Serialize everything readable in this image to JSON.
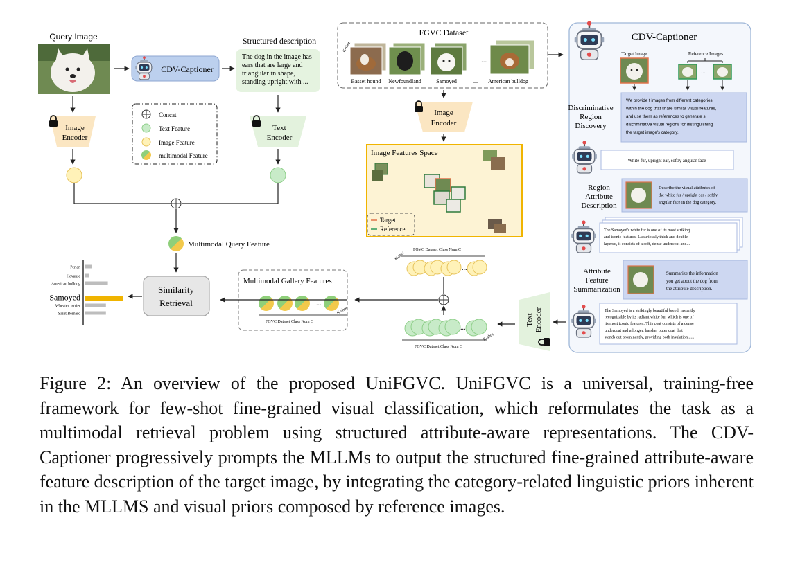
{
  "left": {
    "query_image_label": "Query Image",
    "structured_description_label": "Structured description",
    "cdv_captioner_label": "CDV-Captioner",
    "description_text": [
      "The dog in the image has",
      "ears that are large and",
      "triangular in shape,",
      "standing upright with ..."
    ],
    "image_encoder": [
      "Image",
      "Encoder"
    ],
    "text_encoder": [
      "Text",
      "Encoder"
    ],
    "legend": {
      "concat": "Concat",
      "text_feature": "Text Feature",
      "image_feature": "Image Feature",
      "multimodal_feature": "multimodal Feature"
    },
    "multimodal_query_feature": "Multimodal Query Feature",
    "similarity_retrieval": [
      "Similarity",
      "Retrieval"
    ],
    "ranking": {
      "labels": [
        "Perian",
        "Havanse",
        "American bulldog",
        "Samoyed",
        "Wheaten terrier",
        "Saint Bernard"
      ],
      "scores": [
        0.18,
        0.12,
        0.6,
        1.0,
        0.55,
        0.55
      ],
      "highlight": "Samoyed",
      "highlight_color": "#f0b400"
    },
    "gallery": {
      "title": "Multimodal Gallery Features",
      "class_num": "FGVC Dataset Class Num C",
      "kshot": "K-shot"
    }
  },
  "middle": {
    "dataset_title": "FGVC Dataset",
    "kshot": "K-shot",
    "dataset_classes": [
      "Basset hound",
      "Newfoundland",
      "Samoyed",
      "...",
      "American bulldog"
    ],
    "image_encoder": [
      "Image",
      "Encoder"
    ],
    "feature_space_title": "Image Features Space",
    "legend_target": "Target",
    "legend_reference": "Reference",
    "image_class_num": "FGVC Dataset Class Num C",
    "text_class_num": "FGVC Dataset Class Num C",
    "text_encoder": [
      "Text",
      "Encoder"
    ]
  },
  "right": {
    "title": "CDV-Captioner",
    "target_image": "Target Image",
    "reference_images": "Reference Images",
    "stages": {
      "discovery": [
        "Discriminative",
        "Region",
        "Discovery"
      ],
      "description": [
        "Region",
        "Attribute",
        "Description"
      ],
      "summarization": [
        "Attribute",
        "Feature",
        "Summarization"
      ]
    },
    "prompt1": [
      "We provide t images from different categories",
      "within the dog that share similar visual features,",
      "and use them as references to generate s",
      "discriminative visual regions for distinguishing",
      "the target image's category."
    ],
    "answer1": "White fur, upright ear, softly angular face",
    "prompt2": [
      "Describe the visual attributes of",
      "the white fur / upright ear / softly",
      "angular face in the dog category."
    ],
    "answer2": [
      "The Samoyed's white fur is one of its most striking",
      "and iconic features. Luxuriously thick and double-",
      "layered, it consists of a soft, dense undercoat and..."
    ],
    "prompt3": [
      "Summarize the information",
      "you get about the dog from",
      "the attribute description."
    ],
    "answer3": [
      "The Samoyed is a strikingly beautiful breed, instantly",
      "recognizable by its radiant white fur, which is one of",
      "its most iconic features. This coat consists of a dense",
      "undercoat and a longer, harsher outer coat that",
      "stands out prominently, providing both insulation......"
    ]
  },
  "caption": "Figure 2: An overview of the proposed UniFGVC. UniFGVC is a universal, training-free framework for few-shot fine-grained visual classification, which reformulates the task as a multimodal retrieval problem using structured attribute-aware representations. The CDV-Captioner progressively prompts the MLLMs to output the structured fine-grained attribute-aware feature description of the target image, by integrating the category-related linguistic priors inherent in the MLLMS and visual priors composed by reference images.",
  "colors": {
    "text_feature": "#c8ebc8",
    "image_feature": "#fff2b8",
    "encoder_fill": "#fbe6c2",
    "text_encoder_fill": "#e3f2dd",
    "captioner_fill": "#bcd0ee",
    "prompt_fill": "#cdd7f1",
    "feature_space_fill": "#fdf3d4",
    "feature_space_border": "#f0b400",
    "right_panel_fill": "#f4f7fc",
    "right_panel_border": "#9fb7d8"
  }
}
